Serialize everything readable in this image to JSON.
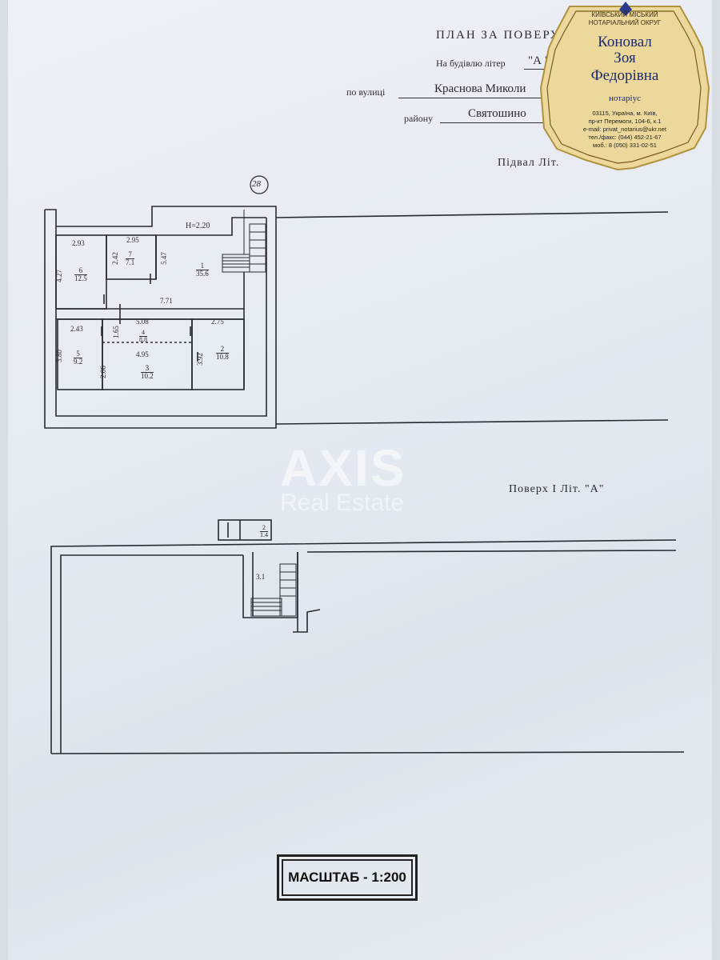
{
  "header": {
    "title": "ПЛАН ЗА ПОВЕРХ",
    "building_label": "На будівлю літер",
    "building_value": "\"А \"",
    "street_label": "по вулиці",
    "street_value": "Краснова Миколи",
    "district_label": "району",
    "district_value": "Святошино",
    "basement_label": "Підвал Літ."
  },
  "basement_plan": {
    "marker": "28",
    "height": "H=2.20",
    "dims": [
      "2.93",
      "2.95",
      "2.42",
      "5.47",
      "4.27",
      "7.71",
      "2.43",
      "1.65",
      "5.08",
      "2.75",
      "3.80",
      "2.06",
      "4.95",
      "3.92"
    ],
    "rooms": [
      {
        "num": "1",
        "area": "35.6"
      },
      {
        "num": "2",
        "area": "10.8"
      },
      {
        "num": "3",
        "area": "10.2"
      },
      {
        "num": "4",
        "area": "8.8"
      },
      {
        "num": "5",
        "area": "9.2"
      },
      {
        "num": "6",
        "area": "12.5"
      },
      {
        "num": "7",
        "area": "7.1"
      }
    ]
  },
  "floor1": {
    "label": "Поверх  І  Літ. \"А\"",
    "rooms": [
      {
        "num": "2",
        "area": "1.4"
      },
      {
        "num": "",
        "area": "3.1"
      }
    ]
  },
  "scale": "МАСШТАБ - 1:200",
  "watermark": {
    "brand": "AXIS",
    "sub": "Real Estate"
  },
  "stamp": {
    "org_line1": "КИЇВСЬКИЙ МІСЬКИЙ",
    "org_line2": "НОТАРІАЛЬНИЙ ОКРУГ",
    "name_line1": "Коновал",
    "name_line2": "Зоя",
    "name_line3": "Федорівна",
    "role": "нотаріус",
    "address": "03115, Україна, м. Київ,",
    "address2": "пр-кт Перемоги, 104-6, к.1",
    "email": "e-mail: privat_notarius@ukr.net",
    "phone": "тел./факс: (044) 452-21-67",
    "mobile": "моб.: 8 (050) 331-02-51"
  },
  "colors": {
    "paper": "#e6eaf1",
    "ink": "#2a2a33",
    "stamp_fill": "#ecd89a",
    "stamp_ink": "#1f2a6a"
  }
}
